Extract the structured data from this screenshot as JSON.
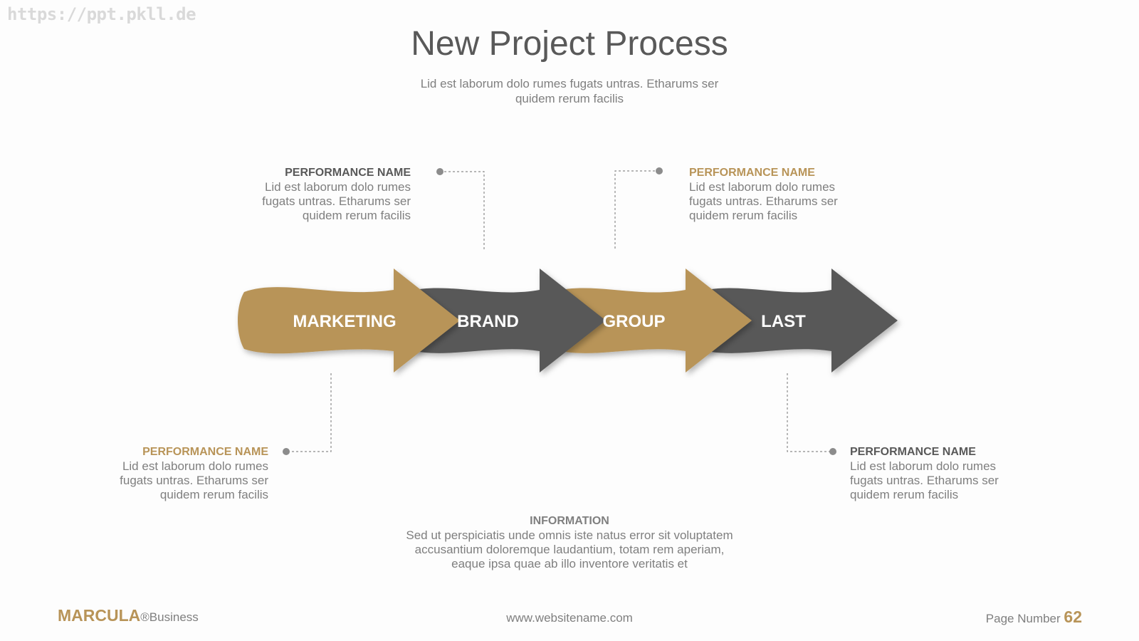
{
  "watermark": "https://ppt.pkll.de",
  "title": "New Project Process",
  "subtitle": "Lid est laborum dolo rumes fugats untras. Etharums ser quidem rerum facilis",
  "colors": {
    "gold": "#b89458",
    "dark": "#595959",
    "text": "#7f7f7f"
  },
  "steps": [
    {
      "label": "MARKETING",
      "color": "#b89458"
    },
    {
      "label": "BRAND",
      "color": "#595959"
    },
    {
      "label": "GROUP",
      "color": "#b89458"
    },
    {
      "label": "LAST",
      "color": "#595959"
    }
  ],
  "callouts": [
    {
      "heading": "PERFORMANCE NAME",
      "body": "Lid est laborum dolo rumes fugats untras. Etharums ser quidem rerum facilis"
    },
    {
      "heading": "PERFORMANCE NAME",
      "body": "Lid est laborum dolo rumes fugats untras. Etharums ser quidem rerum facilis"
    },
    {
      "heading": "PERFORMANCE NAME",
      "body": "Lid est laborum dolo rumes fugats untras. Etharums ser quidem rerum facilis"
    },
    {
      "heading": "PERFORMANCE NAME",
      "body": "Lid est laborum dolo rumes fugats untras. Etharums ser quidem rerum facilis"
    }
  ],
  "information": {
    "heading": "INFORMATION",
    "body": "Sed ut perspiciatis unde omnis iste natus error sit voluptatem accusantium doloremque laudantium, totam rem aperiam, eaque ipsa quae ab illo inventore veritatis et"
  },
  "footer": {
    "brand": "MARCULA",
    "brand_suffix": "®Business",
    "url": "www.websitename.com",
    "page_label": "Page Number",
    "page_number": "62"
  }
}
